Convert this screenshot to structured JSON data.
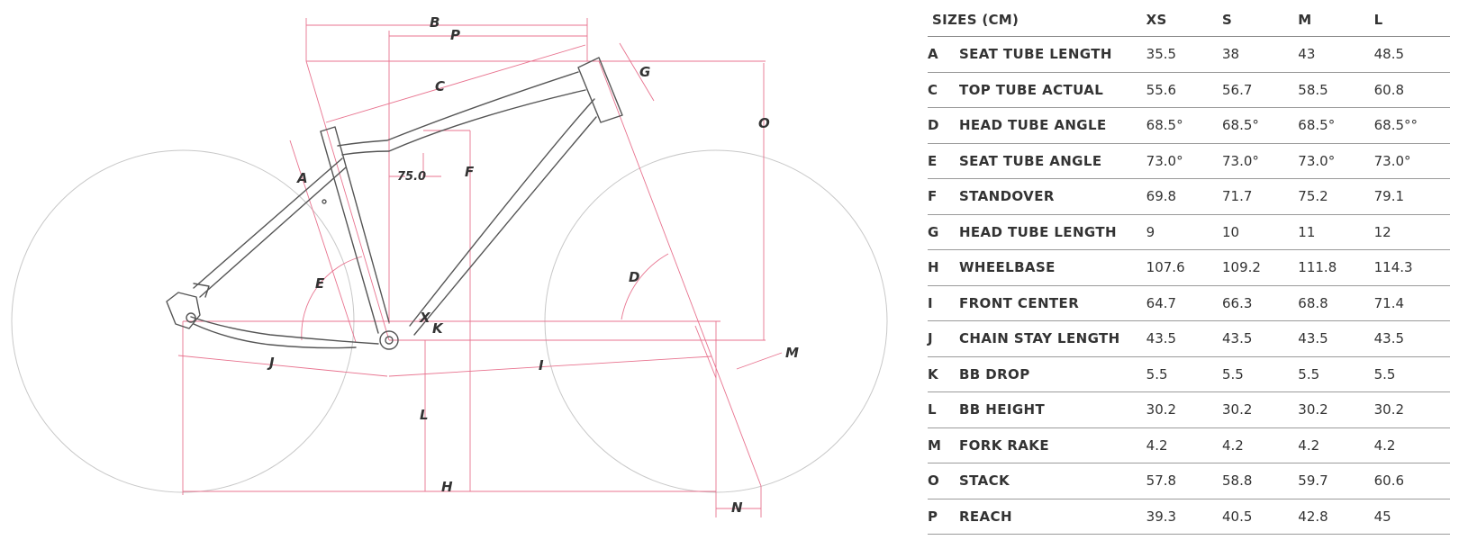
{
  "colors": {
    "frame_stroke": "#555555",
    "wheel_stroke": "#bdbdbd",
    "dimension_pink": "#e8738f",
    "text": "#333333",
    "rule": "#9a9a9a"
  },
  "diagram": {
    "labels": {
      "A": "A",
      "B": "B",
      "C": "C",
      "D": "D",
      "E": "E",
      "F": "F",
      "G": "G",
      "H": "H",
      "I": "I",
      "J": "J",
      "K": "K",
      "L": "L",
      "M": "M",
      "N": "N",
      "O": "O",
      "P": "P",
      "X": "X"
    },
    "angle_label": "75.0"
  },
  "table": {
    "header": [
      "SIZES (CM)",
      "XS",
      "S",
      "M",
      "L"
    ],
    "rows": [
      {
        "letter": "A",
        "name": "SEAT TUBE LENGTH",
        "xs": "35.5",
        "s": "38",
        "m": "43",
        "l": "48.5"
      },
      {
        "letter": "C",
        "name": "TOP TUBE ACTUAL",
        "xs": "55.6",
        "s": "56.7",
        "m": "58.5",
        "l": "60.8"
      },
      {
        "letter": "D",
        "name": "HEAD TUBE ANGLE",
        "xs": "68.5°",
        "s": "68.5°",
        "m": "68.5°",
        "l": "68.5°°"
      },
      {
        "letter": "E",
        "name": "SEAT TUBE ANGLE",
        "xs": "73.0°",
        "s": "73.0°",
        "m": "73.0°",
        "l": "73.0°"
      },
      {
        "letter": "F",
        "name": "STANDOVER",
        "xs": "69.8",
        "s": "71.7",
        "m": "75.2",
        "l": "79.1"
      },
      {
        "letter": "G",
        "name": "HEAD TUBE LENGTH",
        "xs": "9",
        "s": "10",
        "m": "11",
        "l": "12"
      },
      {
        "letter": "H",
        "name": "WHEELBASE",
        "xs": "107.6",
        "s": "109.2",
        "m": "111.8",
        "l": "114.3"
      },
      {
        "letter": "I",
        "name": "FRONT CENTER",
        "xs": "64.7",
        "s": "66.3",
        "m": "68.8",
        "l": "71.4"
      },
      {
        "letter": "J",
        "name": "CHAIN STAY LENGTH",
        "xs": "43.5",
        "s": "43.5",
        "m": "43.5",
        "l": "43.5"
      },
      {
        "letter": "K",
        "name": "BB DROP",
        "xs": "5.5",
        "s": "5.5",
        "m": "5.5",
        "l": "5.5"
      },
      {
        "letter": "L",
        "name": "BB HEIGHT",
        "xs": "30.2",
        "s": "30.2",
        "m": "30.2",
        "l": "30.2"
      },
      {
        "letter": "M",
        "name": "FORK RAKE",
        "xs": "4.2",
        "s": "4.2",
        "m": "4.2",
        "l": "4.2"
      },
      {
        "letter": "O",
        "name": "STACK",
        "xs": "57.8",
        "s": "58.8",
        "m": "59.7",
        "l": "60.6"
      },
      {
        "letter": "P",
        "name": "REACH",
        "xs": "39.3",
        "s": "40.5",
        "m": "42.8",
        "l": "45"
      }
    ]
  }
}
